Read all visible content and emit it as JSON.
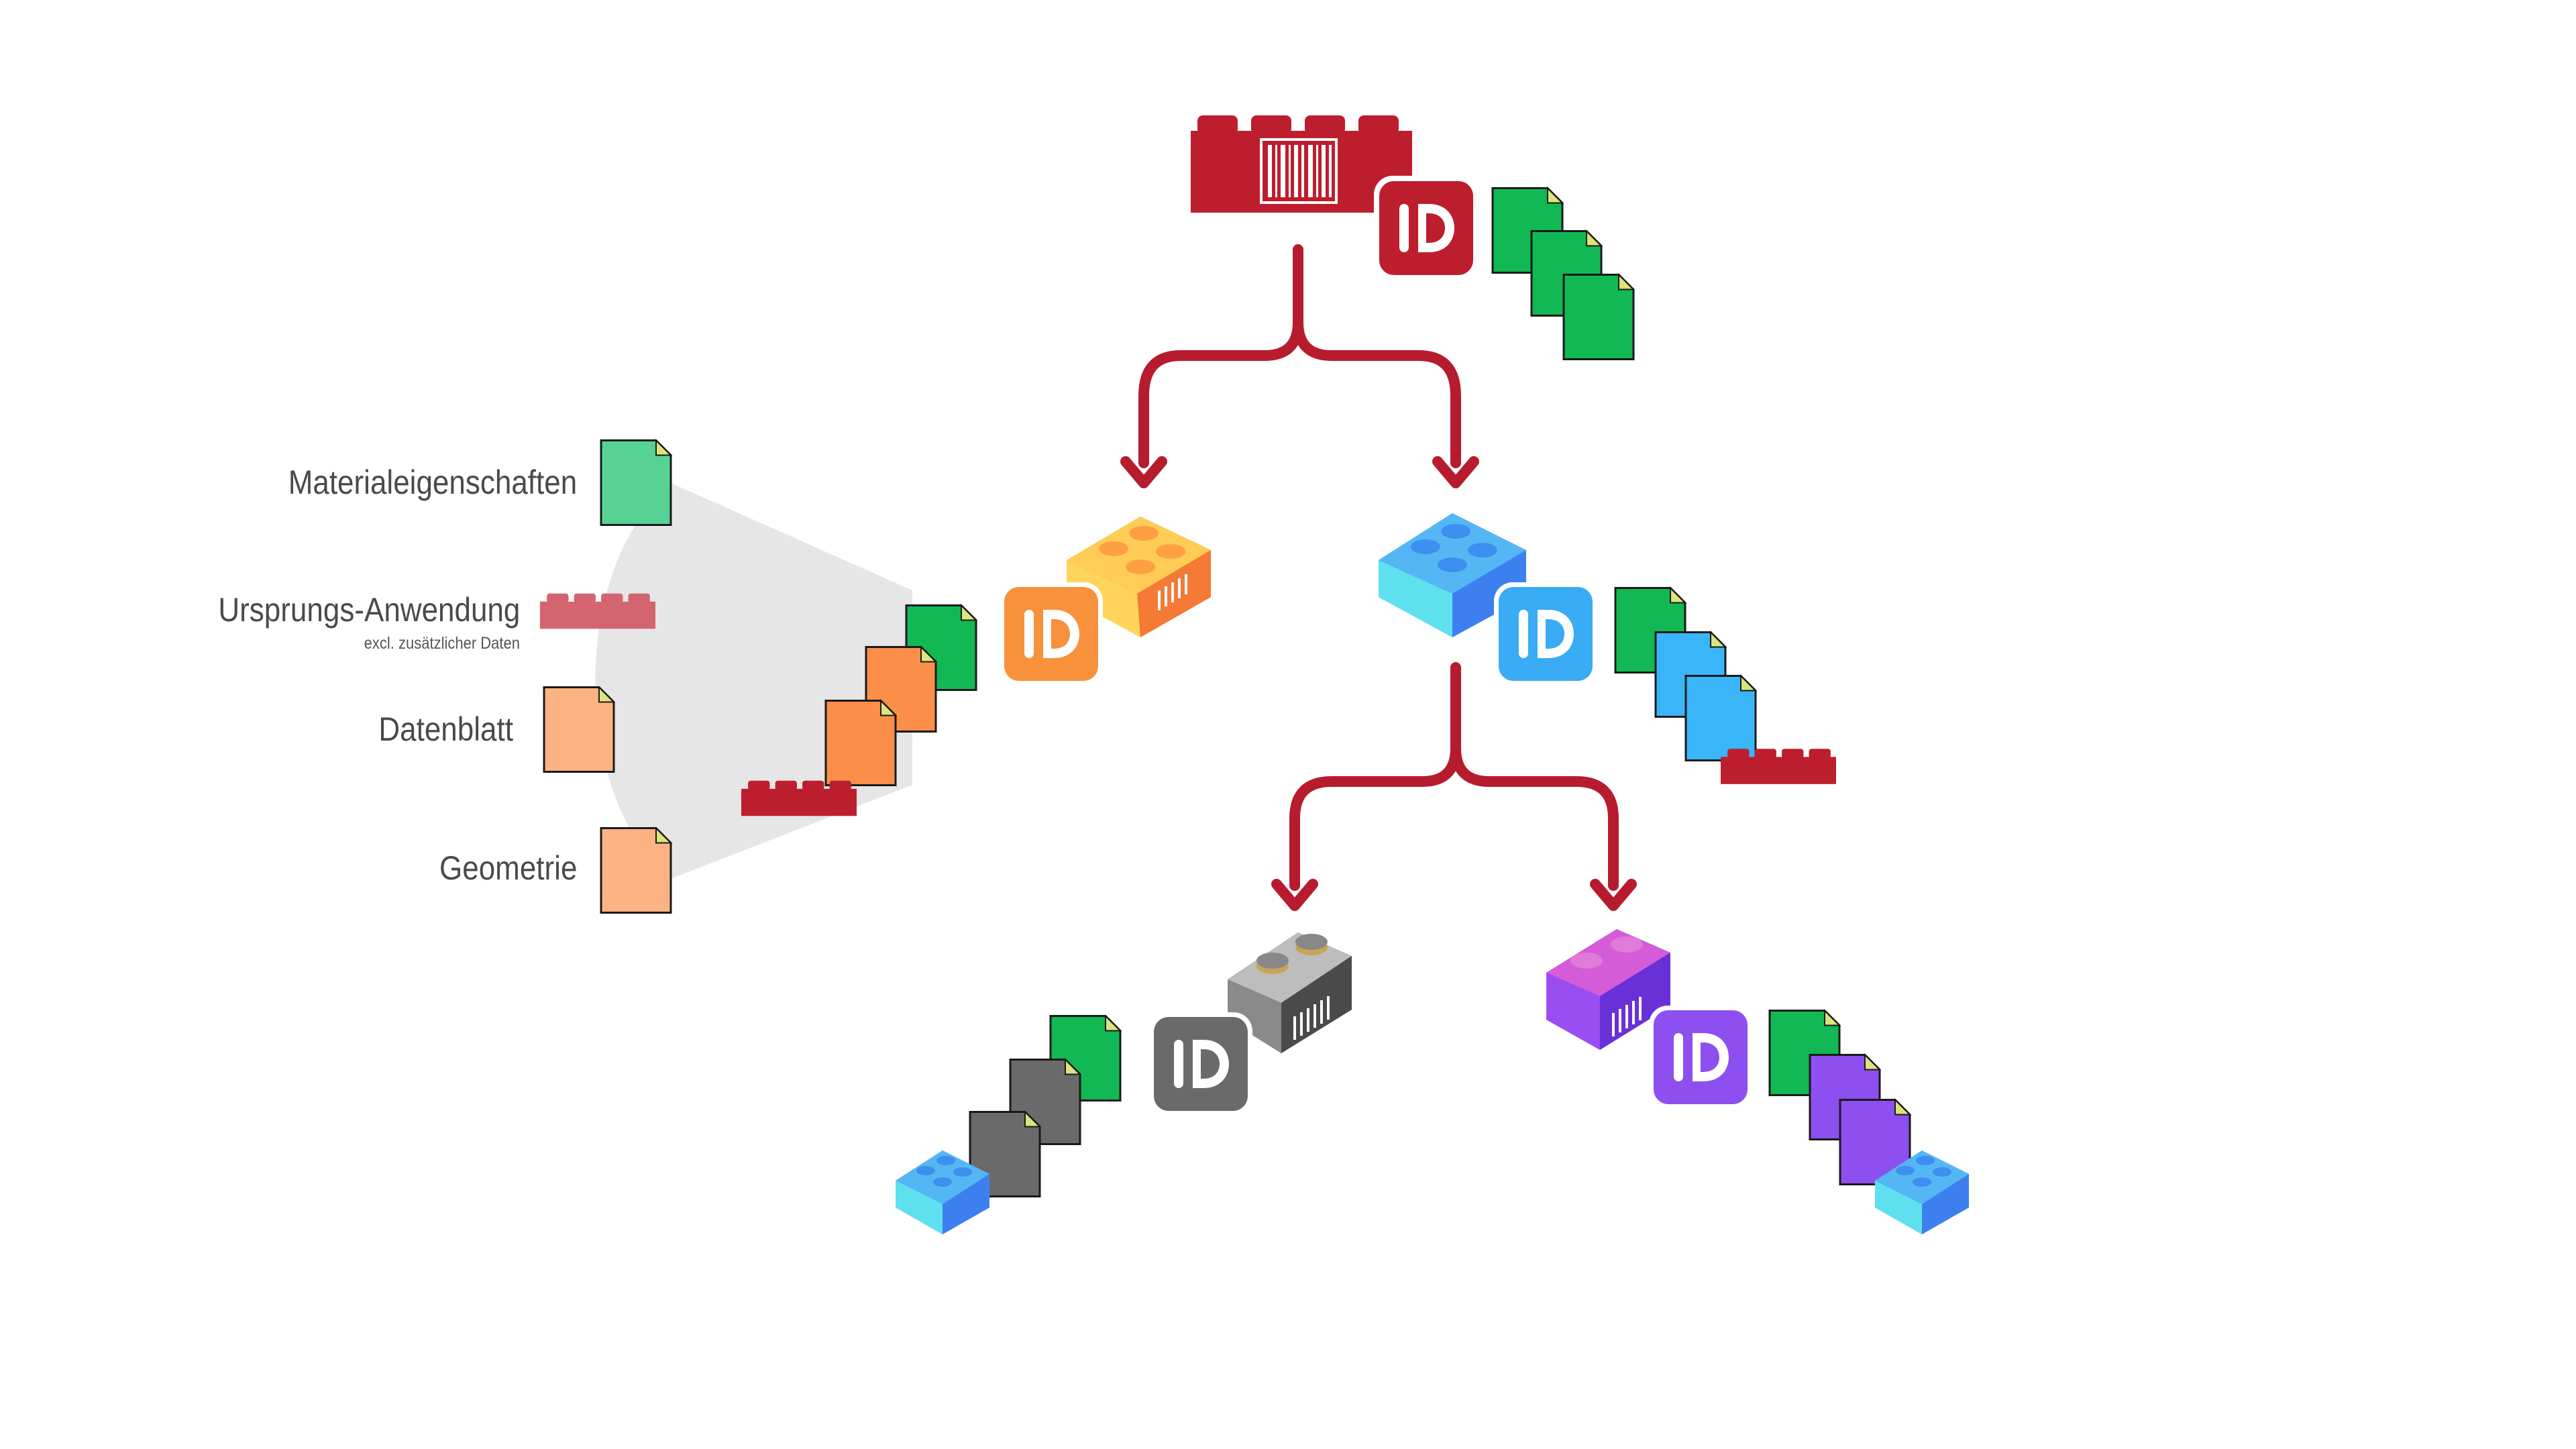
{
  "legend": {
    "items": [
      {
        "label": "Materialeigenschaften",
        "sublabel": "",
        "icon": "green-document-icon"
      },
      {
        "label": "Ursprungs-Anwendung",
        "sublabel": "excl. zusätzlicher Daten",
        "icon": "red-brick-icon"
      },
      {
        "label": "Datenblatt",
        "sublabel": "",
        "icon": "orange-document-icon"
      },
      {
        "label": "Geometrie",
        "sublabel": "",
        "icon": "orange-document-icon"
      }
    ]
  },
  "id_badges": [
    {
      "node": "root",
      "text": "ID",
      "color": "#bd1e2e"
    },
    {
      "node": "left-child",
      "text": "ID",
      "color": "#f7913c"
    },
    {
      "node": "right-child",
      "text": "ID",
      "color": "#3aabf5"
    },
    {
      "node": "grandchild-left",
      "text": "ID",
      "color": "#6a6a6a"
    },
    {
      "node": "grandchild-right",
      "text": "ID",
      "color": "#8e4ff0"
    }
  ],
  "colors": {
    "arrow": "#b61c2e",
    "red_brick": "#bd1e2e",
    "green_doc": "#12b854",
    "orange_doc": "#fb8f4a",
    "blue_doc": "#3ab5fa",
    "gray_doc": "#6a6a6a",
    "purple_doc": "#8e4ff0",
    "legend_green": "#56d394",
    "legend_orange": "#fdb283",
    "legend_red": "#d36470",
    "fan": "#e6e6e6"
  }
}
